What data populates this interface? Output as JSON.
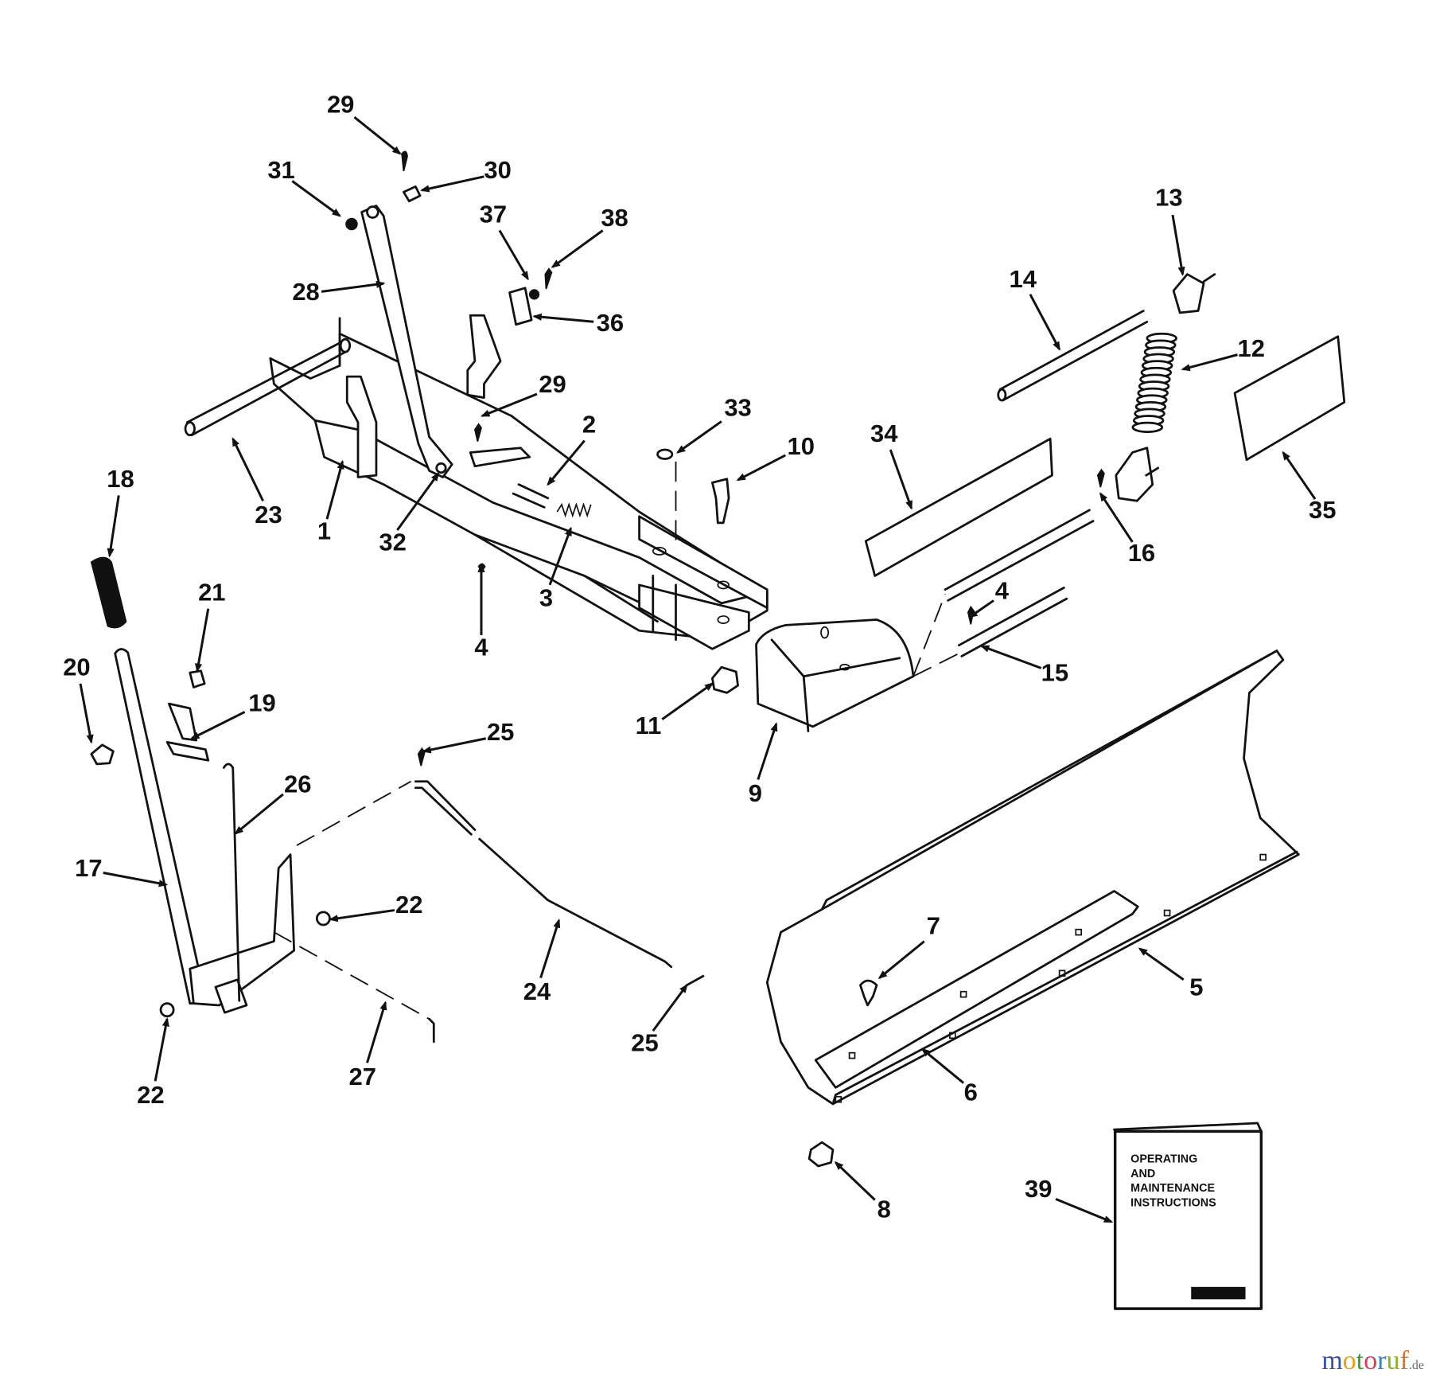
{
  "diagram": {
    "callouts": [
      "29",
      "31",
      "30",
      "37",
      "38",
      "28",
      "36",
      "29",
      "2",
      "33",
      "10",
      "23",
      "1",
      "32",
      "3",
      "4",
      "18",
      "21",
      "20",
      "19",
      "34",
      "14",
      "13",
      "12",
      "35",
      "16",
      "4",
      "15",
      "11",
      "9",
      "25",
      "26",
      "17",
      "22",
      "24",
      "7",
      "5",
      "22",
      "27",
      "25",
      "6",
      "8",
      "39"
    ],
    "manual_cover": [
      "OPERATING",
      "AND",
      "MAINTENANCE",
      "INSTRUCTIONS"
    ]
  },
  "watermark": {
    "name": "motoruf",
    "suffix": ".de",
    "colors": [
      "#3b4fa0",
      "#e0a020",
      "#3a9a3a",
      "#d04050",
      "#3b7fc0",
      "#8ab030",
      "#e07020"
    ]
  }
}
